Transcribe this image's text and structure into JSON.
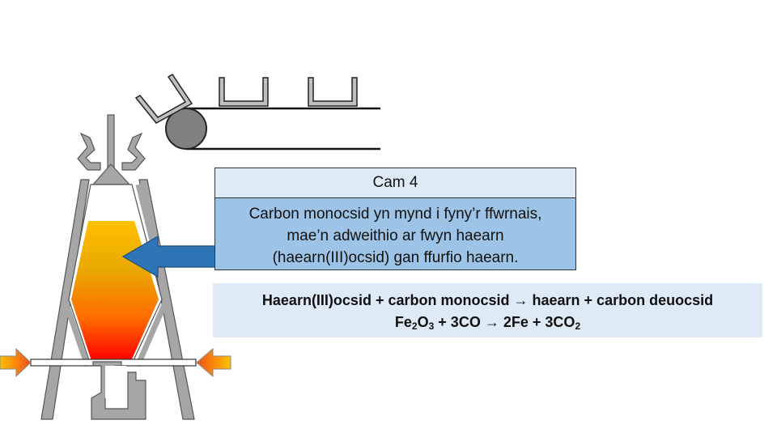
{
  "step_box": {
    "title": "Cam 4",
    "body_lines": [
      "Carbon monocsid yn mynd i fyny’r ffwrnais,",
      "mae’n adweithio ar fwyn haearn",
      "(haearn(III)ocsid) gan ffurfio haearn."
    ]
  },
  "equation": {
    "word_left": "Haearn(III)ocsid + carbon monocsid",
    "word_right": "haearn + carbon deuocsid",
    "arrow": "→",
    "symbol": {
      "reactant1_a": "Fe",
      "reactant1_sub1": "2",
      "reactant1_b": "O",
      "reactant1_sub2": "3",
      "plus1": "+ 3CO",
      "product1": "2Fe",
      "plus2": "+ 3CO",
      "product2_sub": "2"
    }
  },
  "colors": {
    "furnace_gray": "#a6a6a6",
    "furnace_outline": "#555555",
    "roller": "#808080",
    "arrow_blue": "#2e75b6",
    "heat_top": "#ffc000",
    "heat_bottom": "#ff0000",
    "hot_air_arrow": "#f4a12a"
  }
}
